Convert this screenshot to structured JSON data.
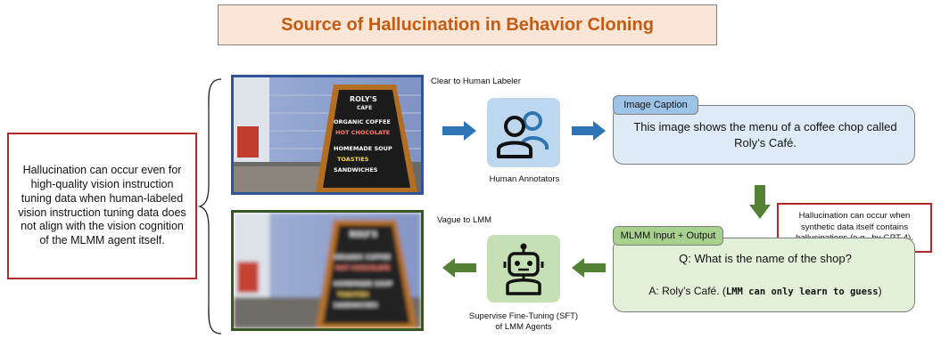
{
  "title": "Source of Hallucination in Behavior Cloning",
  "left_note": "Hallucination can occur even for high-quality vision instruction tuning data when human-labeled vision instruction tuning data does not align with the vision cognition of the MLMM agent itself.",
  "top_row": {
    "photo_label": "Clear to Human Labeler",
    "annotator_label": "Human Annotators",
    "caption_tag": "Image Caption",
    "caption_text": "This image shows the menu of  a coffee chop called Roly’s Café."
  },
  "right_note": "Hallucination can occur when synthetic data itself contains hallucinations (e.g., by GPT-4).",
  "bottom_row": {
    "photo_label": "Vague to LMM",
    "sft_label_line1": "Supervise Fine-Tuning (SFT)",
    "sft_label_line2": "of LMM Agents",
    "io_tag": "MLMM Input + Output",
    "question": "Q: What is the name of the shop?",
    "answer_prefix": "A: Roly’s Café. ",
    "answer_open": "(",
    "answer_bold": "LMM can only learn to guess",
    "answer_close": ")"
  },
  "sign_text": {
    "name": "ROLY'S",
    "sub": "CAFE",
    "lines": [
      "ORGANIC COFFEE",
      "HOT CHOCOLATE",
      "HOMEMADE SOUP",
      "TOASTIES",
      "SANDWICHES"
    ]
  },
  "colors": {
    "title_fill": "#fbe5d6",
    "title_text": "#c55a11",
    "note_border": "#b02a2a",
    "blue_arrow": "#2e75b6",
    "green_arrow": "#548235",
    "caption_panel": "#deebf7",
    "caption_tag": "#9dc3e6",
    "io_panel": "#e2f0d9",
    "io_tag": "#a9d18e",
    "annotator_box": "#bdd7ee",
    "robot_box": "#c5e0b4",
    "photo_blue_frame": "#2f5597",
    "photo_green_frame": "#385723"
  },
  "icons": [
    "people-icon",
    "robot-icon",
    "brace-icon"
  ]
}
